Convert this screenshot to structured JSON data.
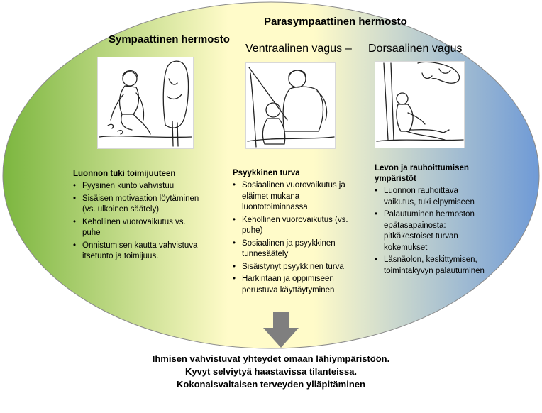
{
  "top_title": "Parasympaattinen hermosto",
  "left_title": "Sympaattinen hermosto",
  "mid_title": "Ventraalinen vagus",
  "dash": "–",
  "right_title": "Dorsaalinen vagus",
  "colors": {
    "green": "#7cb63f",
    "yellow": "#fffbc9",
    "blue": "#6f9ad6",
    "arrow": "#7f7f7f"
  },
  "columns": [
    {
      "heading": "Luonnon tuki toimijuuteen",
      "items": [
        "Fyysinen kunto vahvistuu",
        "Sisäisen motivaation löytäminen (vs. ulkoinen säätely)",
        "Kehollinen vuorovaikutus vs. puhe",
        "Onnistumisen kautta vahvistuva itsetunto ja toimijuus."
      ]
    },
    {
      "heading": "Psyykkinen turva",
      "items": [
        "Sosiaalinen vuorovaikutus ja eläimet mukana luontotoiminnassa",
        "Kehollinen vuorovaikutus (vs. puhe)",
        "Sosiaalinen ja psyykkinen tunnesäätely",
        "Sisäistynyt psyykkinen turva",
        "Harkintaan ja oppimiseen perustuva  käyttäytyminen"
      ]
    },
    {
      "heading": "Levon ja rauhoittumisen ympäristöt",
      "items": [
        "Luonnon rauhoittava vaikutus, tuki elpymiseen",
        "Palautuminen hermoston epätasapainosta: pitkäkestoiset turvan kokemukset",
        "Läsnäolon, keskittymisen, toimintakyvyn palautuminen"
      ]
    }
  ],
  "outcome_lines": [
    "Ihmisen vahvistuvat yhteydet omaan lähiympäristöön.",
    "Kyvyt selviytyä haastavissa tilanteissa.",
    "Kokonaisvaltaisen terveyden ylläpitäminen"
  ]
}
